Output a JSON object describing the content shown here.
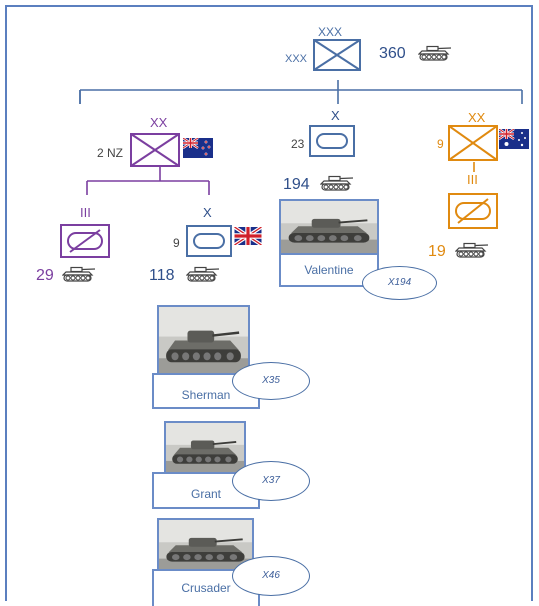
{
  "corps": {
    "echelon": "XXX",
    "label": "XXX",
    "strength": "360"
  },
  "nz_division": {
    "echelon": "XX",
    "label": "2 NZ"
  },
  "brigade_23": {
    "echelon": "X",
    "label": "23",
    "strength": "194"
  },
  "aus_division": {
    "echelon": "XX",
    "label": "9"
  },
  "nz_regiment": {
    "echelon": "III",
    "strength": "29"
  },
  "brigade_9": {
    "echelon": "X",
    "label": "9",
    "strength": "118"
  },
  "aus_regiment": {
    "echelon": "III",
    "strength": "19"
  },
  "tanks": {
    "valentine": {
      "name": "Valentine",
      "count": "X194"
    },
    "sherman": {
      "name": "Sherman",
      "count": "X35"
    },
    "grant": {
      "name": "Grant",
      "count": "X37"
    },
    "crusader": {
      "name": "Crusader",
      "count": "X46"
    }
  },
  "colors": {
    "blue": "#4a6fa5",
    "purple": "#7b3fa0",
    "orange": "#e08a10",
    "frame": "#5b7fbf"
  },
  "icons": [
    "unit-symbol-armour",
    "unit-symbol-corps",
    "tank-icon",
    "australia-flag",
    "new-zealand-flag",
    "union-jack-flag"
  ]
}
